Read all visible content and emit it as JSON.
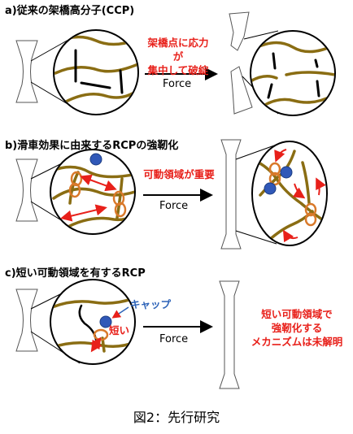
{
  "sections": {
    "a": {
      "title": "a)従来の架橋高分子(CCP)",
      "note_line1": "架橋点に応力が",
      "note_line2": "集中して破綻",
      "force": "Force"
    },
    "b": {
      "title": "b)滑車効果に由来するRCPの強靭化",
      "note": "可動領域が重要",
      "force": "Force"
    },
    "c": {
      "title": "c)短い可動領域を有するRCP",
      "cap_label": "キャップ",
      "short_label": "短い",
      "force": "Force",
      "note_line1": "短い可動領域で",
      "note_line2": "強靭化する",
      "note_line3": "メカニズムは未解明"
    }
  },
  "caption": "図2：先行研究",
  "colors": {
    "chain": "#8a6d13",
    "ring": "#d9792a",
    "red": "#e8201a",
    "blue": "#3058b8",
    "cap_blue": "#2d63b8"
  }
}
